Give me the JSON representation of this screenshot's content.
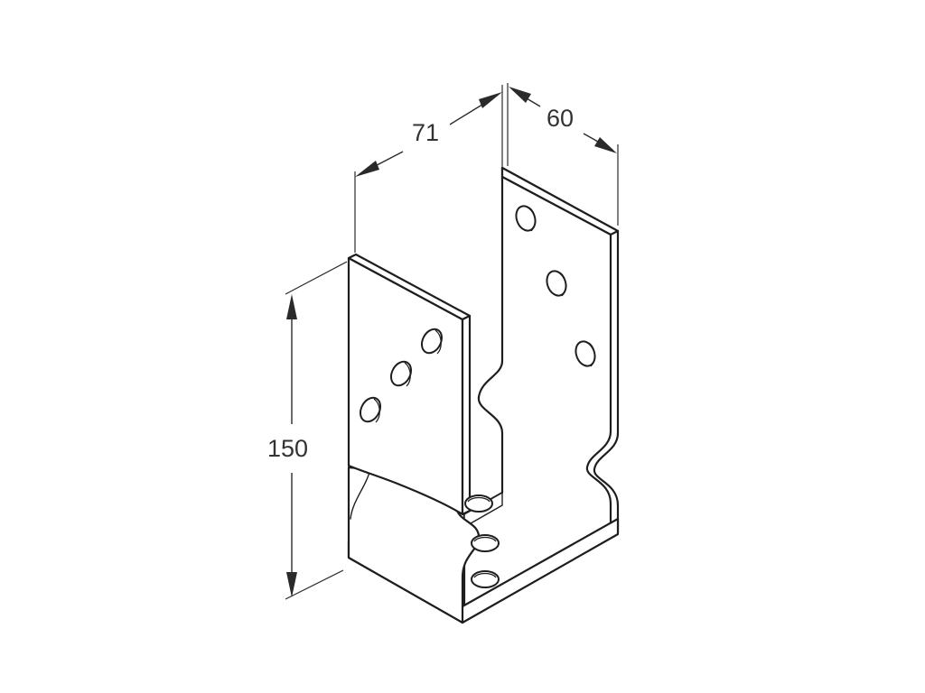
{
  "dimensions": {
    "width_front": "71",
    "depth": "60",
    "height": "150"
  },
  "colors": {
    "line": "#1e1e1e",
    "dimension_text": "#333333",
    "background": "#ffffff"
  }
}
